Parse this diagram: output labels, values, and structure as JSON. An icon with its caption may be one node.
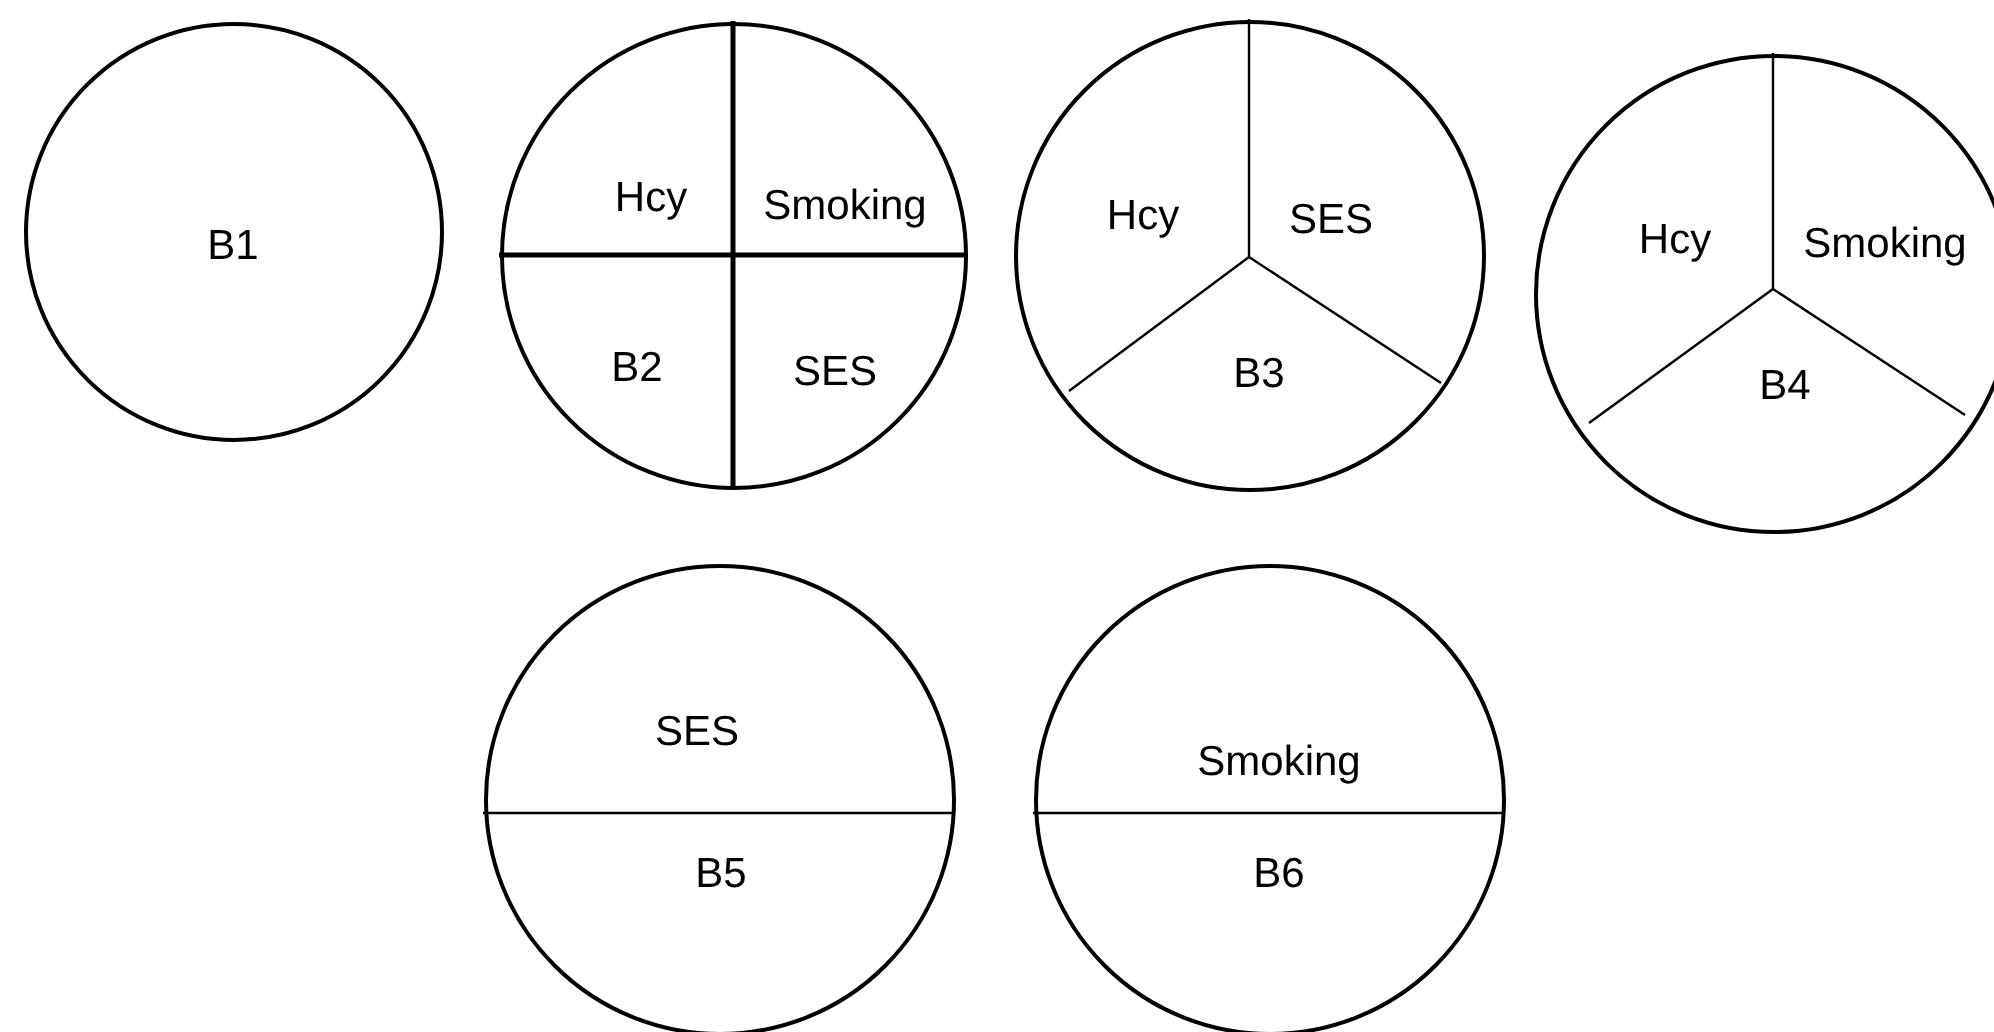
{
  "diagram": {
    "nodes": [
      {
        "text": [
          "B1"
        ]
      },
      {
        "text": [
          "Hcy",
          "Smoking",
          "B2",
          "SES"
        ]
      },
      {
        "text": [
          "Hcy",
          "SES",
          "B3"
        ]
      },
      {
        "text": [
          "Hcy",
          "Smoking",
          "B4"
        ]
      },
      {
        "text": [
          "SES",
          "B5"
        ]
      },
      {
        "text": [
          "Smoking",
          "B6"
        ]
      }
    ]
  }
}
